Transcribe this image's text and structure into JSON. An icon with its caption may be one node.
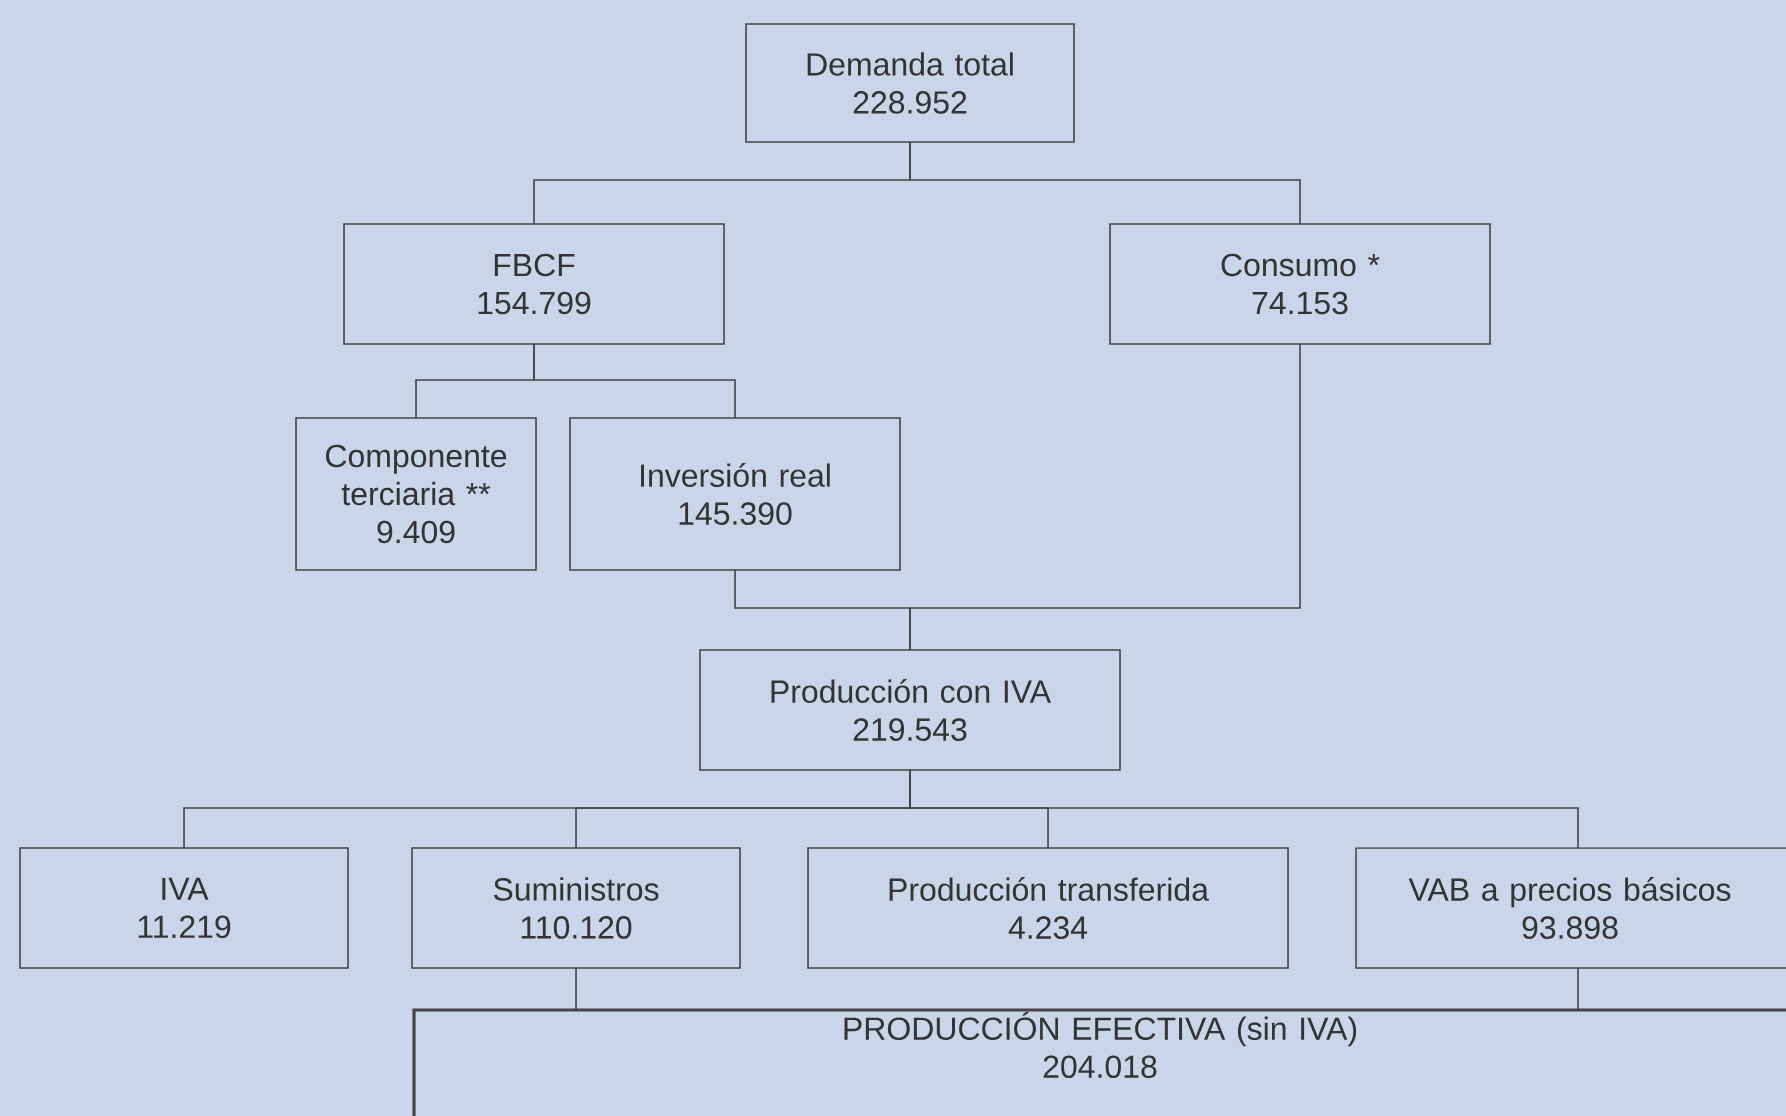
{
  "diagram": {
    "nodes": [
      {
        "text": [
          "Demanda total",
          "228.952"
        ]
      },
      {
        "text": [
          "FBCF",
          "154.799"
        ]
      },
      {
        "text": [
          "Consumo *",
          "74.153"
        ]
      },
      {
        "text": [
          "Componente terciaria **",
          "9.409"
        ]
      },
      {
        "text": [
          "Inversión real",
          "145.390"
        ]
      },
      {
        "text": [
          "Producción con IVA",
          "219.543"
        ]
      },
      {
        "text": [
          "IVA",
          "11.219"
        ]
      },
      {
        "text": [
          "Suministros",
          "110.120"
        ]
      },
      {
        "text": [
          "Producción transferida",
          "4.234"
        ]
      },
      {
        "text": [
          "VAB a precios básicos",
          "93.898"
        ]
      },
      {
        "text": [
          "PRODUCCIÓN EFECTIVA (sin IVA)",
          "204.018"
        ]
      }
    ],
    "edges": [
      {
        "from": 0,
        "to": 1,
        "arrow": "none"
      },
      {
        "from": 0,
        "to": 2,
        "arrow": "none"
      },
      {
        "from": 1,
        "to": 3,
        "arrow": "none"
      },
      {
        "from": 1,
        "to": 4,
        "arrow": "none"
      },
      {
        "from": 4,
        "to": 5,
        "arrow": "none"
      },
      {
        "from": 2,
        "to": 5,
        "arrow": "none"
      },
      {
        "from": 5,
        "to": 6,
        "arrow": "none"
      },
      {
        "from": 5,
        "to": 7,
        "arrow": "none"
      },
      {
        "from": 5,
        "to": 8,
        "arrow": "none"
      },
      {
        "from": 5,
        "to": 9,
        "arrow": "none"
      },
      {
        "from": 7,
        "to": 10,
        "arrow": "none"
      },
      {
        "from": 9,
        "to": 10,
        "arrow": "none"
      }
    ]
  }
}
